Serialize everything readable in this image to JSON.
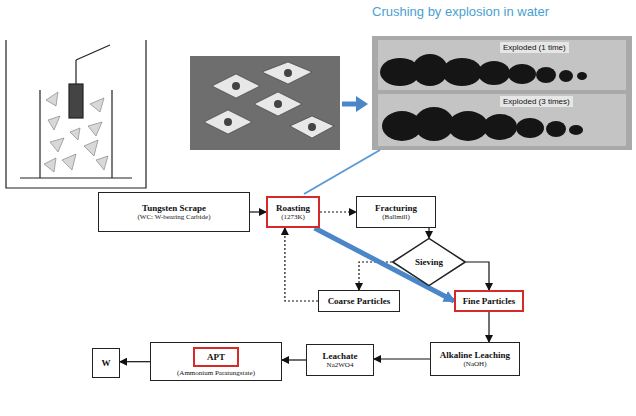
{
  "diagram": {
    "nodes": [
      {
        "text": [
          "Tungsten Scrape",
          "(WC: W-bearing Carbide)"
        ]
      },
      {
        "text": [
          "Roasting",
          "(1273K)"
        ]
      },
      {
        "text": [
          "Fracturing",
          "(Ballmill)"
        ]
      },
      {
        "text": [
          "Sieving"
        ]
      },
      {
        "text": [
          "Coarse Particles"
        ]
      },
      {
        "text": [
          "Fine Particles"
        ]
      },
      {
        "text": [
          "Alkaline Leaching",
          "(NaOH)"
        ]
      },
      {
        "text": [
          "Leachate",
          "Na2WO4"
        ]
      },
      {
        "text": [
          "(Ammonium Paratungstate)"
        ]
      },
      {
        "text": [
          "APT"
        ],
        "in": 8
      },
      {
        "text": [
          "W"
        ]
      }
    ],
    "edges": [
      {
        "from": 0,
        "to": 1,
        "arrow": "to"
      },
      {
        "from": 1,
        "to": 2,
        "arrow": "to"
      },
      {
        "from": 2,
        "to": 3,
        "arrow": "to"
      },
      {
        "from": 3,
        "to": 4,
        "arrow": "to"
      },
      {
        "from": 4,
        "to": 1,
        "arrow": "to"
      },
      {
        "from": 3,
        "to": 5,
        "arrow": "to"
      },
      {
        "from": 1,
        "to": 5,
        "arrow": "to"
      },
      {
        "from": 5,
        "to": 6,
        "arrow": "to"
      },
      {
        "from": 6,
        "to": 7,
        "arrow": "to"
      },
      {
        "from": 7,
        "to": 8,
        "arrow": "to"
      },
      {
        "from": 8,
        "to": 10,
        "arrow": "to"
      }
    ],
    "labels": [
      "Crushing by explosion in water",
      "Exploded (1 time)",
      "Exploded (3 times)"
    ]
  }
}
